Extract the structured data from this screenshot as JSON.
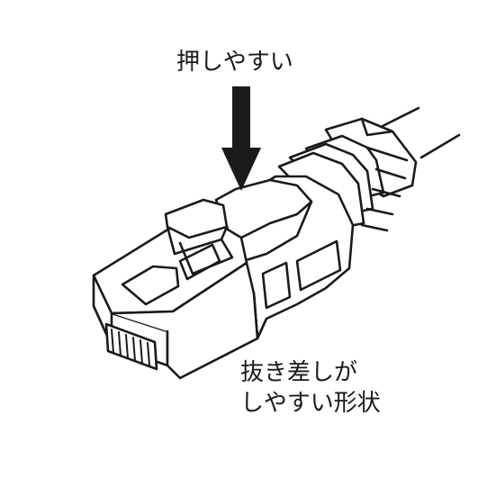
{
  "callouts": {
    "top": "押しやすい",
    "bottom_line1": "抜き差しが",
    "bottom_line2": "しやすい形状"
  },
  "colors": {
    "ink": "#1a1a1a",
    "background": "#ffffff"
  },
  "icons": {
    "arrow": "down-arrow-icon",
    "object": "rj45-connector-with-boot"
  }
}
